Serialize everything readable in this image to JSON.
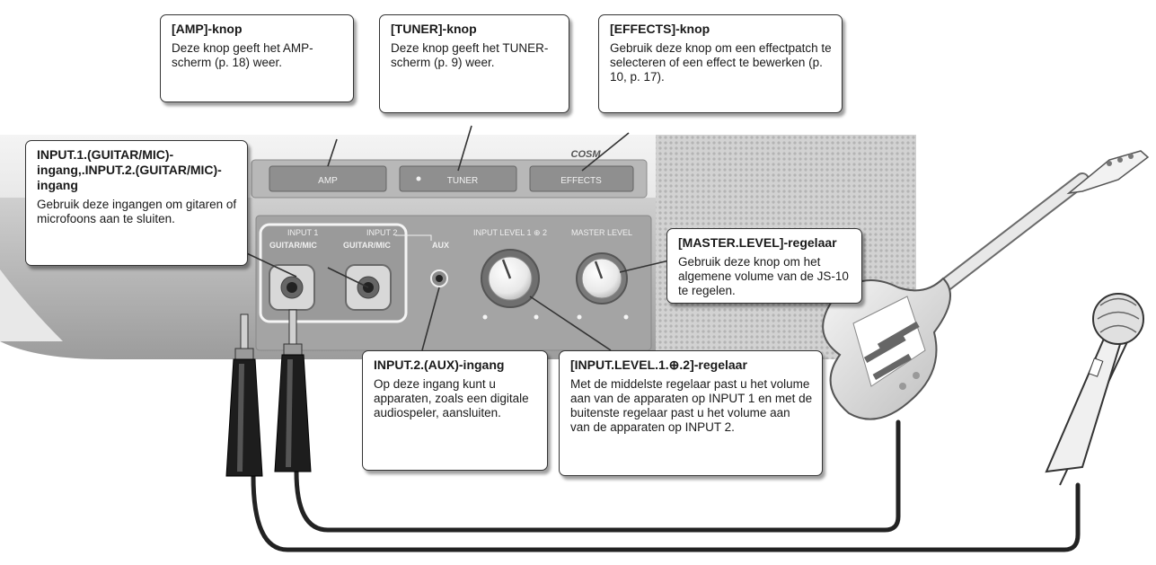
{
  "device": {
    "buttons": {
      "amp": "AMP",
      "tuner": "TUNER",
      "effects": "EFFECTS"
    },
    "brand": "COSM",
    "panel_labels": {
      "input1": "INPUT 1",
      "input2": "INPUT 2",
      "guitar_mic_1": "GUITAR/MIC",
      "guitar_mic_2": "GUITAR/MIC",
      "aux": "AUX",
      "input_level": "INPUT LEVEL 1 ⊕ 2",
      "master_level": "MASTER LEVEL"
    }
  },
  "callouts": {
    "amp": {
      "title": "[AMP]-knop",
      "text": "Deze knop geeft het AMP-scherm (p. 18) weer."
    },
    "tuner": {
      "title": "[TUNER]-knop",
      "text": "Deze knop geeft het TUNER-scherm (p. 9) weer."
    },
    "effects": {
      "title": "[EFFECTS]-knop",
      "text": "Gebruik deze knop om een effectpatch te selecteren of een effect te bewerken (p. 10, p. 17)."
    },
    "input": {
      "title": "INPUT.1.(GUITAR/MIC)-ingang,.INPUT.2.(GUITAR/MIC)-ingang",
      "text": "Gebruik deze ingangen om gitaren of microfoons aan te sluiten."
    },
    "master": {
      "title": "[MASTER.LEVEL]-regelaar",
      "text": "Gebruik deze knop om het algemene volume van de JS-10 te regelen."
    },
    "aux": {
      "title": "INPUT.2.(AUX)-ingang",
      "text": "Op deze ingang kunt u apparaten, zoals een digitale audiospeler, aansluiten."
    },
    "input_level": {
      "title": "[INPUT.LEVEL.1.⊕.2]-regelaar",
      "text": "Met de middelste regelaar past u het volume aan van de apparaten op INPUT 1 en met de buitenste regelaar past u het volume aan van de apparaten op INPUT 2."
    }
  },
  "colors": {
    "panel": "#a9a9a9",
    "panel_light": "#e4e4e4",
    "knob_ring": "#7a7a7a",
    "cable": "#222222"
  }
}
